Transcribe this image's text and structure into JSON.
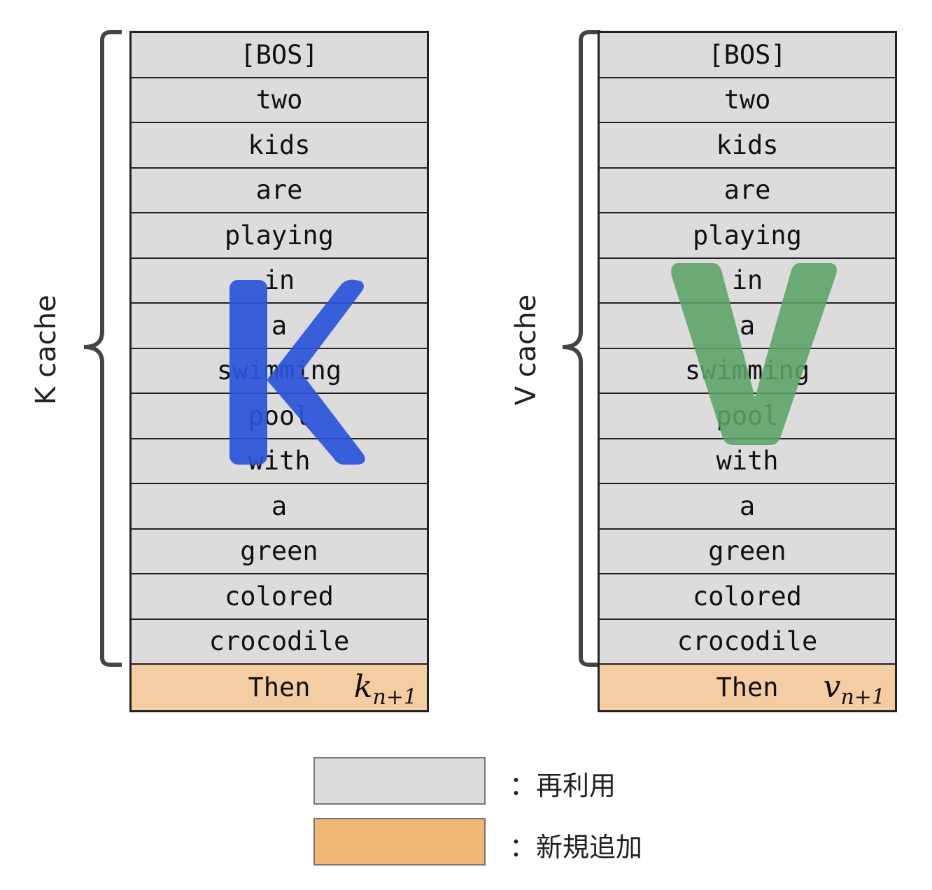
{
  "k_column": {
    "label": "K cache",
    "big_letter": "K",
    "letter_color": "#2952d9",
    "tokens": [
      "[BOS]",
      "two",
      "kids",
      "are",
      "playing",
      "in",
      "a",
      "swimming",
      "pool",
      "with",
      "a",
      "green",
      "colored",
      "crocodile"
    ],
    "new_token": "Then",
    "new_symbol": "k",
    "new_subscript": "n+1"
  },
  "v_column": {
    "label": "V cache",
    "big_letter": "V",
    "letter_color": "#5ba266",
    "tokens": [
      "[BOS]",
      "two",
      "kids",
      "are",
      "playing",
      "in",
      "a",
      "swimming",
      "pool",
      "with",
      "a",
      "green",
      "colored",
      "crocodile"
    ],
    "new_token": "Then",
    "new_symbol": "v",
    "new_subscript": "n+1"
  },
  "legend": {
    "reused": {
      "label": "：再利用",
      "color": "#dcdcdc"
    },
    "new": {
      "label": "：新規追加",
      "color": "#f0b676"
    }
  }
}
